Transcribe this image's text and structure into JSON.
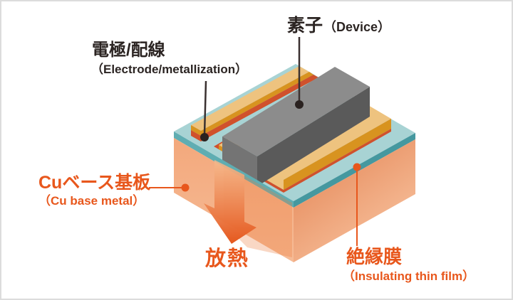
{
  "labels": {
    "device": {
      "jp": "素子",
      "en": "（Device）"
    },
    "electrode": {
      "jp": "電極/配線",
      "en": "（Electrode/metallization）"
    },
    "cu_base": {
      "jp": "Cuベース基板",
      "en": "（Cu base metal）"
    },
    "insulating": {
      "jp": "絶縁膜",
      "en": "（Insulating thin film）"
    },
    "heat": {
      "jp": "放熱"
    }
  },
  "colors": {
    "teal_top": "#a8d3d4",
    "teal_left": "#5fadb2",
    "teal_right": "#45989f",
    "base_left_top": "#f3a97d",
    "base_left_bottom": "#f6bc97",
    "base_right_top": "#e78f61",
    "base_right_bottom": "#f8c29e",
    "strip_tan": "#eec37f",
    "strip_tan_side": "#d8931f",
    "strip_red": "#d0512c",
    "device_top": "#8c8c8c",
    "device_end": "#747474",
    "device_side": "#5a5a5a",
    "arrow_light": "#f6bb8e",
    "arrow_deep": "#e5571d",
    "arrow_echo": "#ec7b3c",
    "line_dark": "#3a3130",
    "dot_dark": "#2a2220",
    "label_dark": "#2b2422",
    "label_orange": "#e8571c"
  }
}
